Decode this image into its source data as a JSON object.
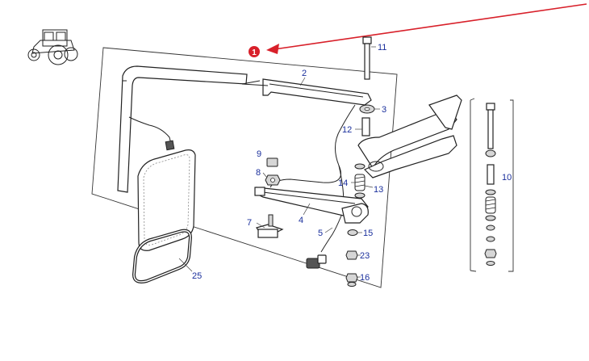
{
  "marker": {
    "label": "1",
    "color": "#d8202a"
  },
  "callout_color": "#1a2f9c",
  "callouts": {
    "p2": "2",
    "p3": "3",
    "p4": "4",
    "p5": "5",
    "p7": "7",
    "p8": "8",
    "p9": "9",
    "p10": "10",
    "p11": "11",
    "p12": "12",
    "p13": "13",
    "p14": "14",
    "p15": "15",
    "p16": "16",
    "p23": "23",
    "p25": "25"
  },
  "icons": {
    "vehicle": "tractor-icon"
  }
}
